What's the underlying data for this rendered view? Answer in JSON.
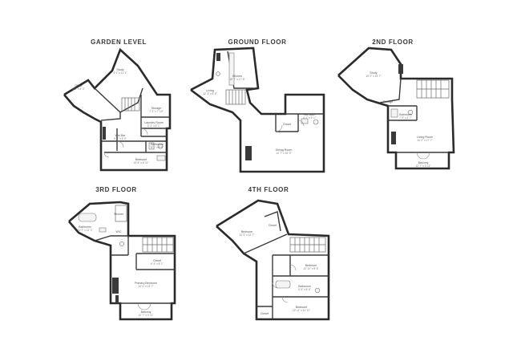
{
  "floors": [
    {
      "title": "GARDEN LEVEL"
    },
    {
      "title": "GROUND FLOOR"
    },
    {
      "title": "2ND FLOOR"
    },
    {
      "title": "3RD FLOOR"
    },
    {
      "title": "4TH FLOOR"
    }
  ],
  "rooms": {
    "garden": [
      {
        "name": "Study",
        "dim": "9' 1\" x 11' 1\""
      },
      {
        "name": "Office",
        "dim": "6' 0\" x 4' 0\""
      },
      {
        "name": "Storage",
        "dim": "7' 2\" x 7' 10\""
      },
      {
        "name": "Laundry Room",
        "dim": "6' 4\" x 6' 1\""
      },
      {
        "name": "Wet Bar",
        "dim": "6' 3\" x 4' 0\""
      },
      {
        "name": "Bathroom",
        "dim": "5' 1\" x 6' 3\""
      },
      {
        "name": "Bedroom",
        "dim": "10' 8\" x 8' 11\""
      }
    ],
    "ground": [
      {
        "name": "Kitchen",
        "dim": "18' 7\" x 17' 8\""
      },
      {
        "name": "Living",
        "dim": "12' 3\" x 8' 6\""
      },
      {
        "name": "Half Bath",
        "dim": "4' 1\" x 5' 1\""
      },
      {
        "name": "Closet",
        "dim": ""
      },
      {
        "name": "Dining Room",
        "dim": "14' 7\" x 16' 3\""
      }
    ],
    "second": [
      {
        "name": "Study",
        "dim": "15' 2\" x 15' 7\""
      },
      {
        "name": "Storage",
        "dim": ""
      },
      {
        "name": "Bathroom",
        "dim": "7' 9\" x 4' 7\""
      },
      {
        "name": "Living Room",
        "dim": "14' 2\" x 17' 7\""
      },
      {
        "name": "Balcony",
        "dim": "12' 7\" x 3' 11\""
      }
    ],
    "third": [
      {
        "name": "Shower",
        "dim": ""
      },
      {
        "name": "Bathroom",
        "dim": "14' 7\" x 12' 2\""
      },
      {
        "name": "W/C",
        "dim": ""
      },
      {
        "name": "Closet",
        "dim": "6' 4\" x 5' 1\""
      },
      {
        "name": "Primary Bedroom",
        "dim": "14' 4\" x 13' 7\""
      },
      {
        "name": "Balcony",
        "dim": "12' 7\" x 3' 11\""
      }
    ],
    "fourth": [
      {
        "name": "Bedroom",
        "dim": "13' 3\" x 12' 7\""
      },
      {
        "name": "Closet",
        "dim": ""
      },
      {
        "name": "Bedroom",
        "dim": "10' 10\" x 8' 6\""
      },
      {
        "name": "Bathroom",
        "dim": "6' 6\" x 8' 6\""
      },
      {
        "name": "Bedroom",
        "dim": "12' 11\" x 11' 11\""
      },
      {
        "name": "Closet",
        "dim": ""
      }
    ]
  }
}
